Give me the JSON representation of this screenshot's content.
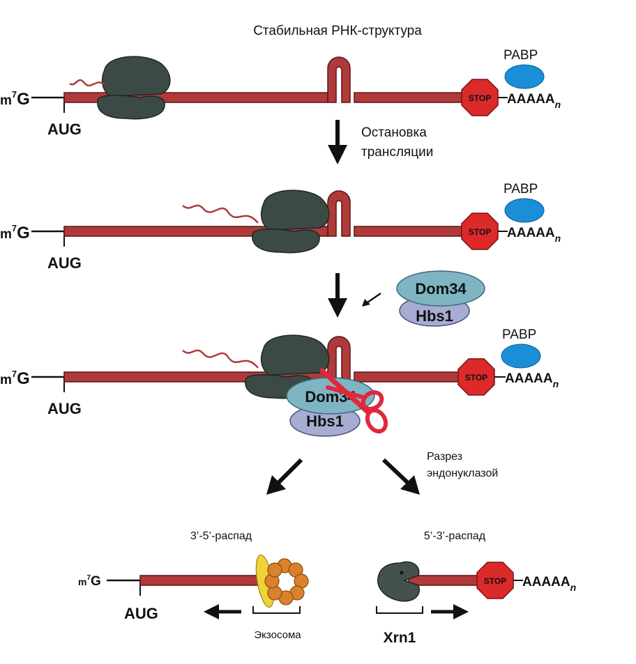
{
  "title": "Стабильная РНК-структура",
  "labels": {
    "cap_m": "m",
    "cap_sup": "7",
    "cap_g": "G",
    "aug": "AUG",
    "pabp": "PABP",
    "stop": "STOP",
    "polya": "AAAAA",
    "polya_sub": "n",
    "step1_line1": "Остановка",
    "step1_line2": "трансляции",
    "dom34": "Dom34",
    "dom34_cut": "Dom34",
    "hbs1": "Hbs1",
    "cleavage_line1": "Разрез",
    "cleavage_line2": "эндонуклазой",
    "decay_35": "3’-5’-распад",
    "decay_53": "5’-3’-распад",
    "exosome": "Экзосома",
    "xrn1": "Xrn1"
  },
  "colors": {
    "mrna": "#b03a3a",
    "mrna_dark": "#5a1414",
    "ribosome": "#3c4a46",
    "pabp": "#1a8fd8",
    "stop": "#dc2a2a",
    "dom34": "#7fb4c2",
    "hbs1": "#a8acd2",
    "scissors": "#e0283c",
    "exosome": "#d9822b",
    "exosome_cap": "#f0d23a",
    "xrn1": "#45514d",
    "arrow": "#111111"
  },
  "icons": [
    "ribosome-icon",
    "pabp-icon",
    "stop-sign-icon",
    "scissors-icon",
    "exosome-icon",
    "xrn1-icon",
    "arrow-down-icon"
  ]
}
